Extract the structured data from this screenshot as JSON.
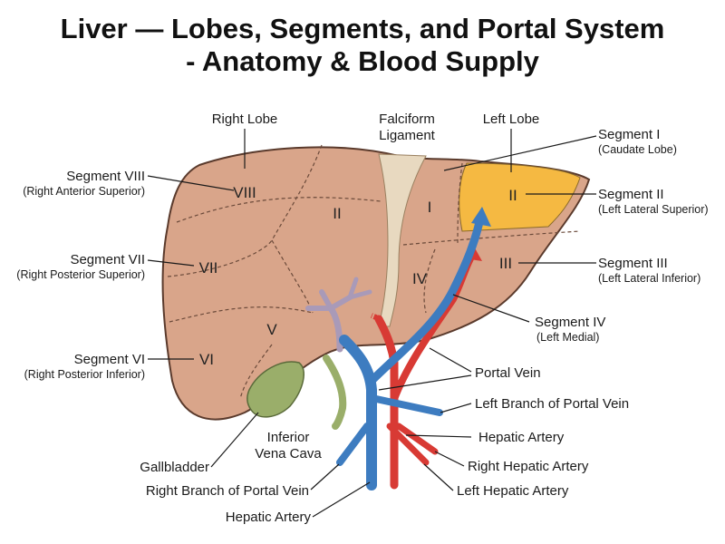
{
  "title": {
    "line1": "Liver — Lobes, Segments, and Portal System",
    "line2": "- Anatomy & Blood Supply"
  },
  "segments_on_liver": {
    "viii": "VIII",
    "vii": "VII",
    "vi": "VI",
    "v": "V",
    "ii_right": "II",
    "i": "I",
    "iv": "IV",
    "ii_left": "II",
    "iii": "III"
  },
  "labels": {
    "right_lobe": "Right Lobe",
    "falciform_1": "Falciform",
    "falciform_2": "Ligament",
    "left_lobe": "Left Lobe",
    "seg1": "Segment I",
    "seg1_sub": "(Caudate Lobe)",
    "seg2": "Segment II",
    "seg2_sub": "(Left Lateral Superior)",
    "seg3": "Segment III",
    "seg3_sub": "(Left Lateral Inferior)",
    "seg4": "Segment IV",
    "seg4_sub": "(Left Medial)",
    "seg8": "Segment VIII",
    "seg8_sub": "(Right Anterior Superior)",
    "seg7": "Segment VII",
    "seg7_sub": "(Right Posterior Superior)",
    "seg6": "Segment VI",
    "seg6_sub": "(Right Posterior Inferior)",
    "portal_vein": "Portal Vein",
    "left_branch_pv": "Left Branch of Portal Vein",
    "hepatic_artery_r": "Hepatic Artery",
    "right_hepatic_artery": "Right Hepatic Artery",
    "left_hepatic_artery": "Left Hepatic Artery",
    "ivc_1": "Inferior",
    "ivc_2": "Vena Cava",
    "gallbladder": "Gallbladder",
    "right_branch_pv": "Right Branch of Portal Vein",
    "hepatic_artery_bottom": "Hepatic Artery"
  },
  "colors": {
    "liver": "#d9a58a",
    "liver_outline": "#5a3a2c",
    "segment_ii_highlight": "#f5b942",
    "falciform": "#e8d9c0",
    "portal_vein": "#3d7cc0",
    "hepatic_artery": "#d83a34",
    "gallbladder": "#9aae6a",
    "biliary": "#a99ab8"
  }
}
